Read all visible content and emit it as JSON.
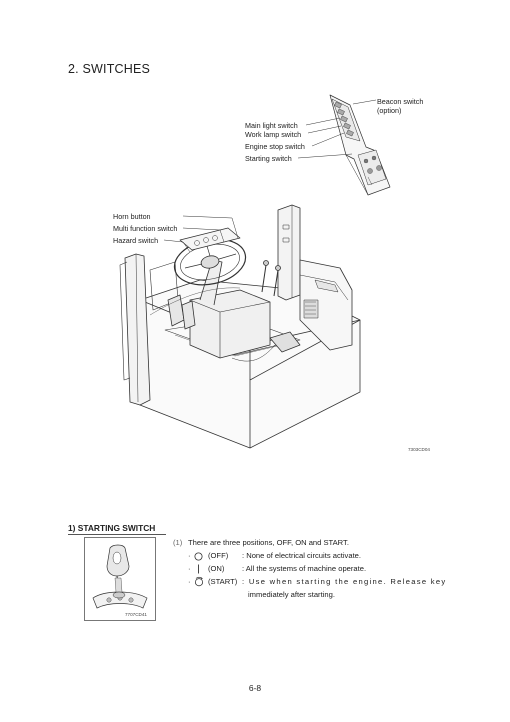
{
  "page": {
    "section_title": "2. SWITCHES",
    "page_number": "6-8"
  },
  "main_figure": {
    "callouts": {
      "beacon_switch": "Beacon switch",
      "beacon_option": "(option)",
      "main_light_switch": "Main light switch",
      "work_lamp_switch": "Work lamp switch",
      "engine_stop_switch": "Engine stop switch",
      "starting_switch": "Starting switch",
      "horn_button": "Horn button",
      "multi_function_switch": "Multi function switch",
      "hazard_switch": "Hazard switch"
    },
    "figure_code": "7303CD04"
  },
  "starting_switch": {
    "heading": "1) STARTING SWITCH",
    "figure_code": "7707CD41",
    "intro_number": "(1)",
    "intro_text": "There are three positions, OFF, ON and START.",
    "positions": [
      {
        "bullet": "·",
        "icon": "circle-icon",
        "label": "(OFF)",
        "description": ": None of electrical circuits activate."
      },
      {
        "bullet": "·",
        "icon": "vertical-bar-icon",
        "label": "(ON)",
        "description": ": All the systems of machine operate."
      },
      {
        "bullet": "·",
        "icon": "key-start-icon",
        "label": "(START)",
        "description": ": Use when starting the engine. Release key",
        "continuation": "immediately after starting."
      }
    ]
  }
}
